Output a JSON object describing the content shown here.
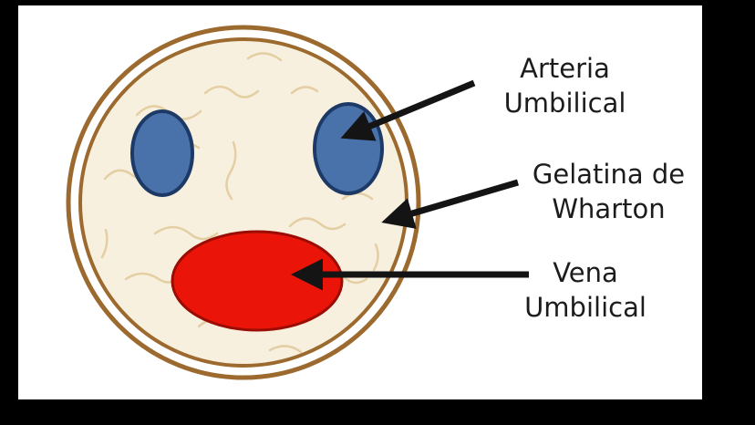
{
  "frame": {
    "background": "#000000",
    "canvas_background": "#ffffff"
  },
  "diagram": {
    "labels": {
      "arteria_umbilical": "Arteria Umbilical",
      "gelatina_wharton": "Gelatina de Wharton",
      "vena_umbilical": "Vena Umbilical"
    },
    "colors": {
      "cord_outline": "#9c6a2e",
      "jelly_fill": "#f8f0df",
      "jelly_squiggle": "#e4cfa4",
      "artery_fill": "#4a72aa",
      "artery_outline": "#1d3a66",
      "vein_fill": "#ea1508",
      "vein_outline": "#9b0d04",
      "arrow": "#141414",
      "label_text": "#1c1c1c"
    }
  }
}
